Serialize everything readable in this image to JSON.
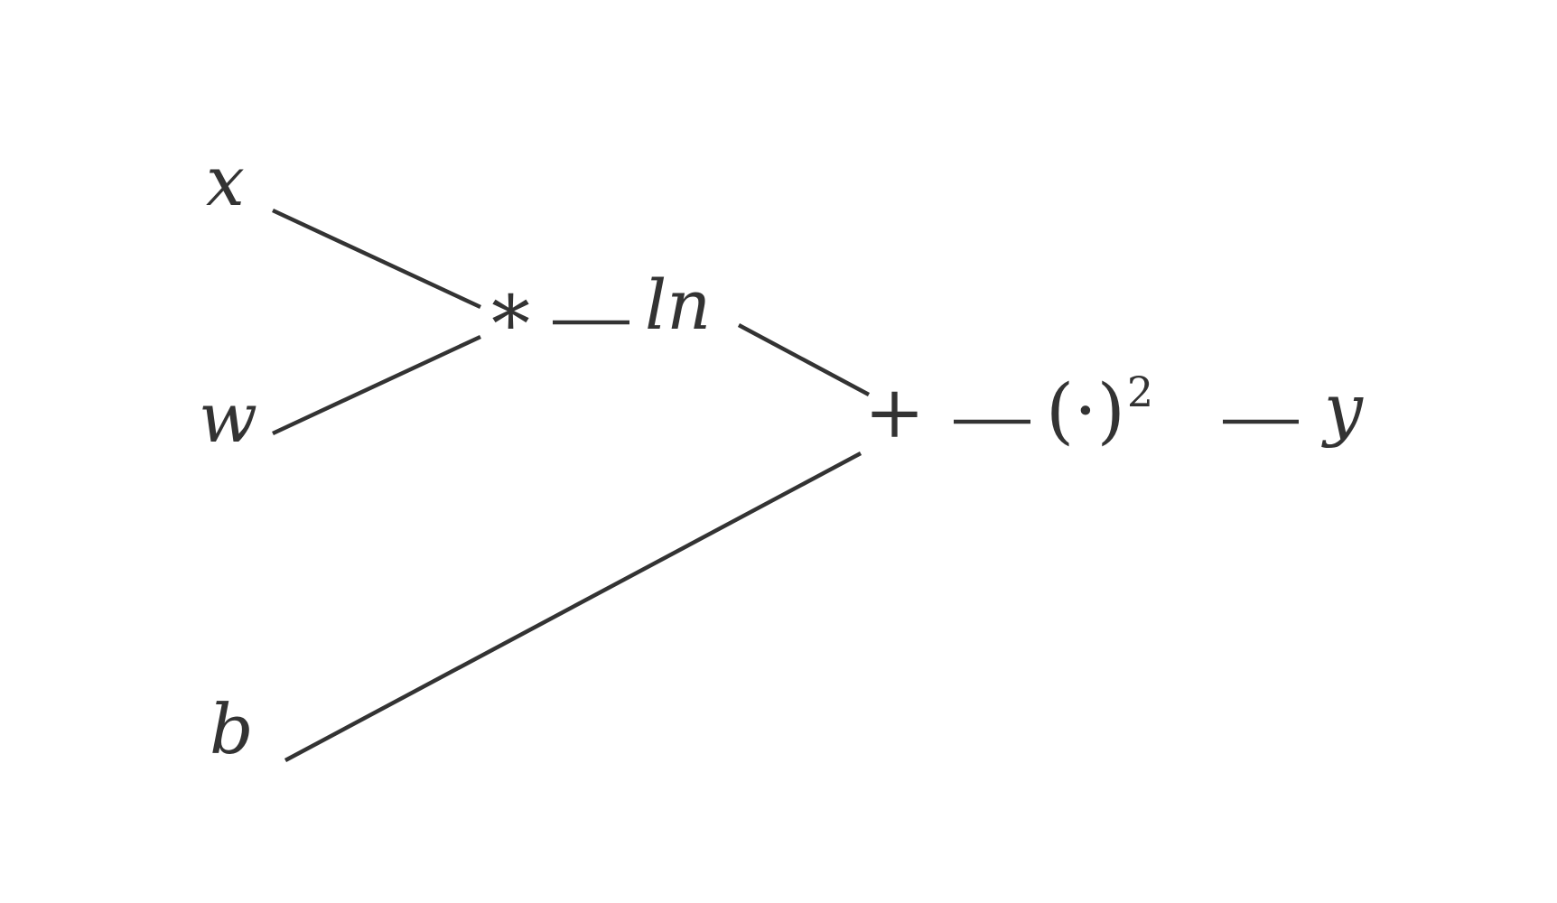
{
  "nodes": {
    "x": {
      "label": "x"
    },
    "w": {
      "label": "w"
    },
    "b": {
      "label": "b"
    },
    "mul": {
      "label": "*"
    },
    "ln": {
      "label": "ln"
    },
    "add": {
      "label": "+"
    },
    "square": {
      "label": "(·)",
      "exponent": "2"
    },
    "y": {
      "label": "y"
    }
  },
  "edges": [
    {
      "from": "x",
      "to": "mul"
    },
    {
      "from": "w",
      "to": "mul"
    },
    {
      "from": "mul",
      "to": "ln"
    },
    {
      "from": "ln",
      "to": "add"
    },
    {
      "from": "b",
      "to": "add"
    },
    {
      "from": "add",
      "to": "square"
    },
    {
      "from": "square",
      "to": "y"
    }
  ],
  "colors": {
    "ink": "#333333",
    "background": "#ffffff"
  }
}
